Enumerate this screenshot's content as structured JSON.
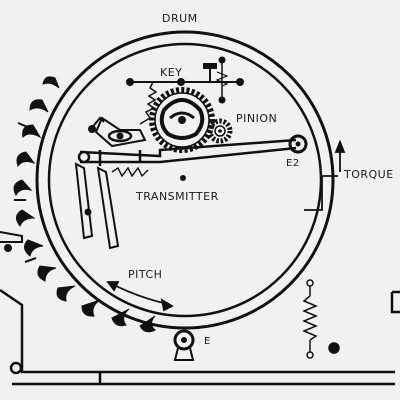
{
  "labels": {
    "drum": "DRUM",
    "key": "KEY",
    "pinion": "PINION",
    "e2": "E2",
    "torque": "TORQUE",
    "transmitter": "TRANSMITTER",
    "pitch": "PITCH",
    "e": "E"
  },
  "colors": {
    "background": "#f1f1f1",
    "ink": "#111111"
  }
}
